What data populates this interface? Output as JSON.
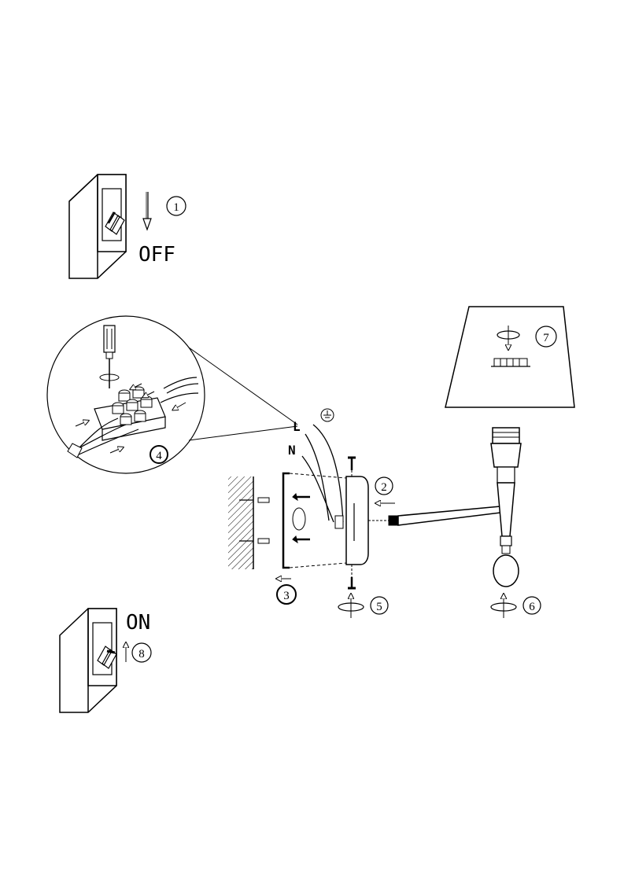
{
  "steps": {
    "s1": {
      "number": "1",
      "label": "OFF"
    },
    "s2": {
      "number": "2"
    },
    "s3": {
      "number": "3"
    },
    "s4": {
      "number": "4"
    },
    "s5": {
      "number": "5"
    },
    "s6": {
      "number": "6"
    },
    "s7": {
      "number": "7"
    },
    "s8": {
      "number": "8",
      "label": "ON"
    }
  },
  "wires": {
    "live": "L",
    "neutral": "N",
    "earth_icon": "earth-ground-icon"
  },
  "colors": {
    "line": "#000000",
    "background": "#ffffff"
  }
}
